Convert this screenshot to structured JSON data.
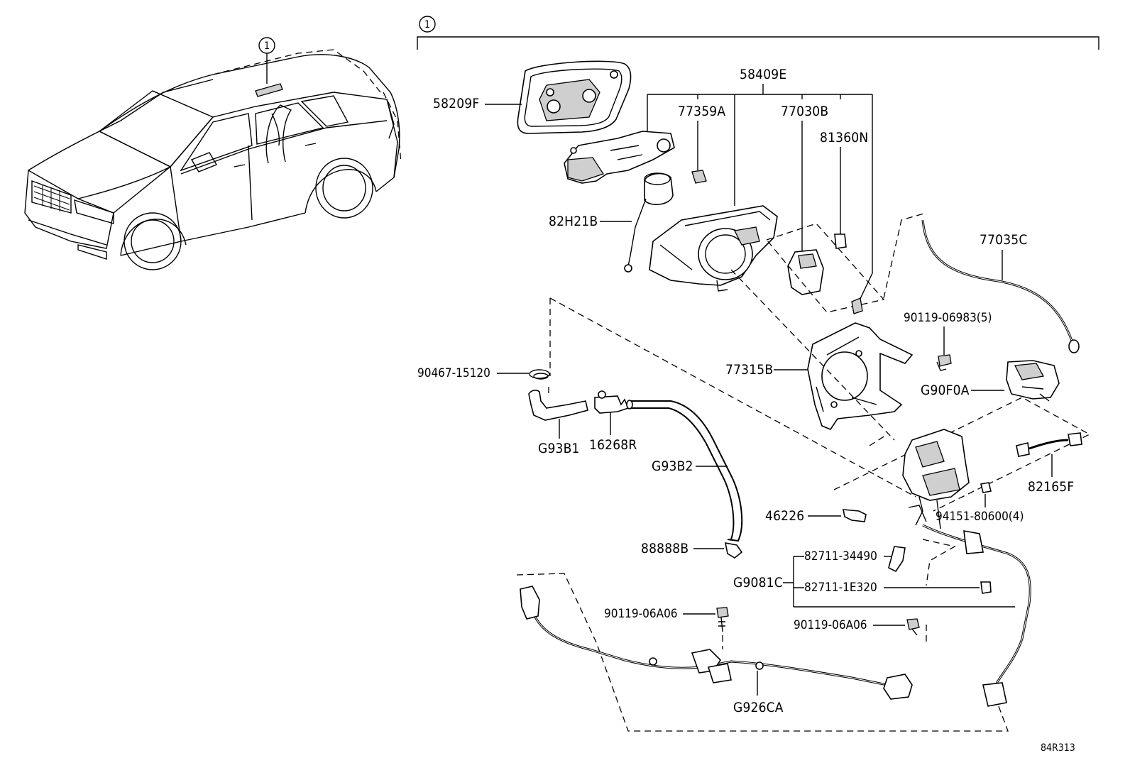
{
  "callout": "1",
  "parts": {
    "p58409E": "58409E",
    "p58209F": "58209F",
    "p77359A": "77359A",
    "p77030B": "77030B",
    "p81360N": "81360N",
    "p82H21B": "82H21B",
    "p77035C": "77035C",
    "p90119_06983": "90119-06983(5)",
    "p90467_15120": "90467-15120",
    "p77315B": "77315B",
    "pG90F0A": "G90F0A",
    "pG93B1": "G93B1",
    "p16268R": "16268R",
    "pG93B2": "G93B2",
    "p82165F": "82165F",
    "p46226": "46226",
    "p94151_80600": "94151-80600(4)",
    "p88888B": "88888B",
    "p82711_34490": "82711-34490",
    "pG9081C": "G9081C",
    "p82711_1E320": "82711-1E320",
    "p90119_06A06_a": "90119-06A06",
    "p90119_06A06_b": "90119-06A06",
    "pG926CA": "G926CA"
  },
  "ref_code": "84R313"
}
